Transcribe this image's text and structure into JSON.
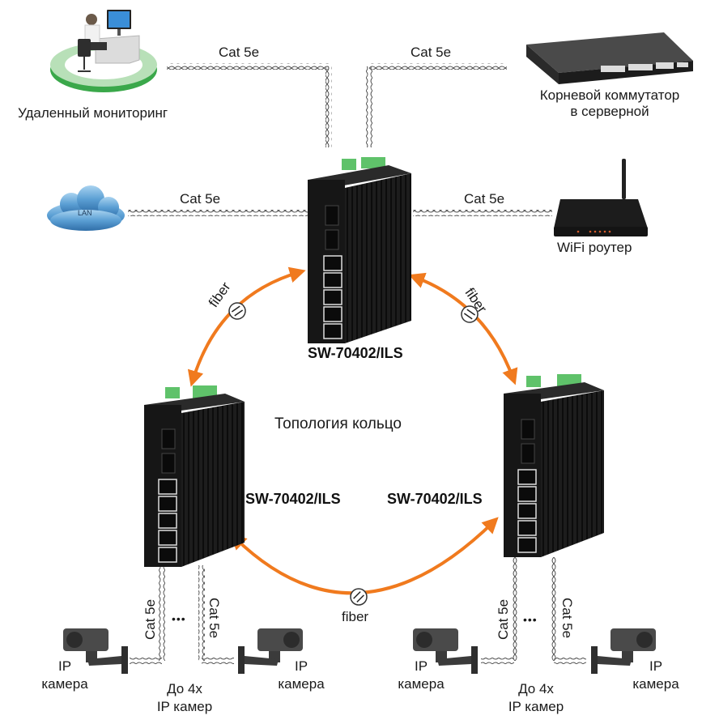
{
  "title": "Топология кольцо",
  "nodes": {
    "remote_monitoring": {
      "label": "Удаленный мониторинг"
    },
    "root_switch": {
      "label_line1": "Корневой коммутатор",
      "label_line2": "в серверной"
    },
    "lan": {
      "label": "LAN"
    },
    "wifi_router": {
      "label": "WiFi роутер"
    },
    "switch_top": {
      "label": "SW-70402/ILS"
    },
    "switch_left": {
      "label": "SW-70402/ILS"
    },
    "switch_right": {
      "label": "SW-70402/ILS"
    },
    "camera_ll": {
      "label_line1": "IP",
      "label_line2": "камера"
    },
    "camera_lr": {
      "label_line1": "IP",
      "label_line2": "камера"
    },
    "camera_rl": {
      "label_line1": "IP",
      "label_line2": "камера"
    },
    "camera_rr": {
      "label_line1": "IP",
      "label_line2": "камера"
    }
  },
  "links": {
    "cable_label": "Cat 5e",
    "fiber_label": "fiber",
    "ellipsis": "•••"
  },
  "camera_groups": {
    "left": {
      "line1": "До 4x",
      "line2": "IP камер"
    },
    "right": {
      "line1": "До 4x",
      "line2": "IP камер"
    }
  },
  "colors": {
    "fiber": "#f07a1e",
    "cloud": "#4a90c8",
    "platform_green": "#3aa84a",
    "terminal_green": "#5fc26a",
    "device_black": "#1b1b1b"
  }
}
